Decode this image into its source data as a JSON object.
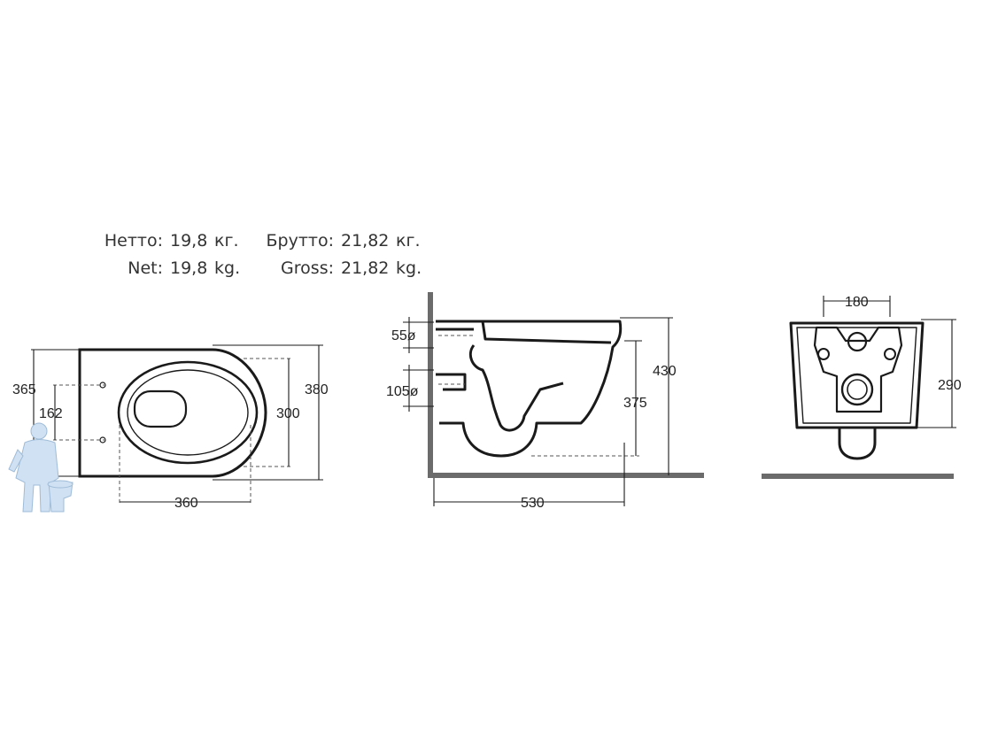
{
  "weights": {
    "net_ru": {
      "label": "Нетто:",
      "value": "19,8",
      "unit": "кг."
    },
    "gross_ru": {
      "label": "Брутто:",
      "value": "21,82",
      "unit": "кг."
    },
    "net_en": {
      "label": "Net:",
      "value": "19,8",
      "unit": "kg."
    },
    "gross_en": {
      "label": "Gross:",
      "value": "21,82",
      "unit": "kg."
    }
  },
  "top_view": {
    "dim_length": "360",
    "dim_width_outer": "380",
    "dim_width_inner": "300",
    "dim_mount_offset": "365",
    "dim_bolt_spacing": "162"
  },
  "side_view": {
    "dim_length": "530",
    "dim_height": "430",
    "dim_rim_height": "375",
    "dim_inlet": "55ø",
    "dim_outlet": "105ø"
  },
  "back_view": {
    "dim_bolt_spacing": "180",
    "dim_height": "290"
  },
  "colors": {
    "line": "#1a1a1a",
    "wall": "#6b6b6b",
    "text": "#333333",
    "mascot": "#c8dcef"
  },
  "icons": [
    "plumber-mascot-icon"
  ]
}
